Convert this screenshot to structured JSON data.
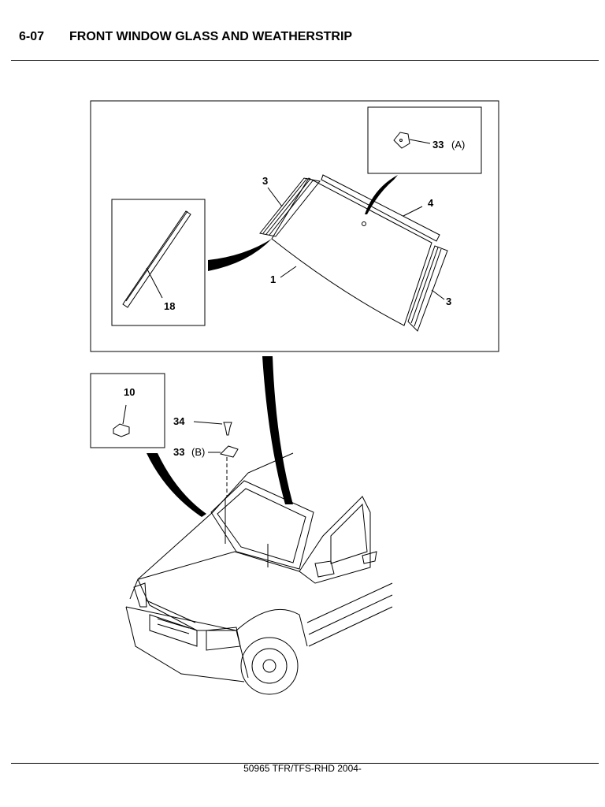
{
  "header": {
    "section": "6-07",
    "title": "FRONT WINDOW GLASS AND WEATHERSTRIP"
  },
  "footer": {
    "code": "50965 TFR/TFS-RHD 2004-"
  },
  "callouts": {
    "c1": "1",
    "c3a": "3",
    "c3b": "3",
    "c4": "4",
    "c18": "18",
    "c10": "10",
    "c34": "34",
    "c33a": "33",
    "c33a_suffix": "(A)",
    "c33b": "33",
    "c33b_suffix": "(B)"
  }
}
